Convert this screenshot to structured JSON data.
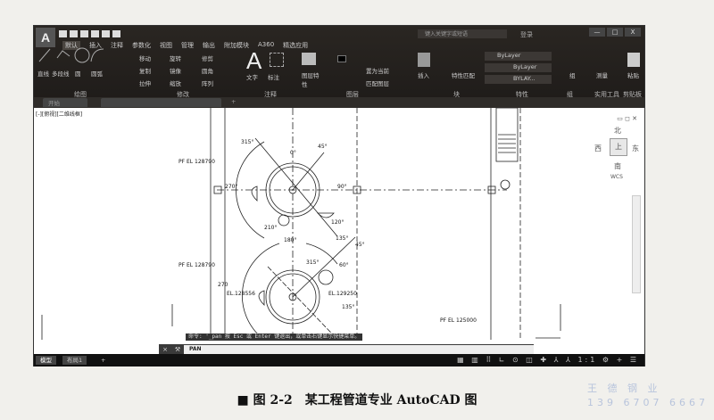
{
  "app": {
    "logo": "A",
    "title": "键入关键字或短语",
    "search_placeholder": "登录",
    "window_buttons": [
      "—",
      "□",
      "X"
    ]
  },
  "ribbon": {
    "tabs": [
      "默认",
      "插入",
      "注释",
      "参数化",
      "视图",
      "管理",
      "输出",
      "附加模块",
      "A360",
      "精选应用"
    ],
    "groups": [
      {
        "name": "绘图",
        "items": [
          "直线",
          "多段线",
          "圆",
          "圆弧"
        ]
      },
      {
        "name": "修改",
        "items": [
          "移动",
          "旋转",
          "修剪",
          "复制",
          "镜像",
          "圆角",
          "拉伸",
          "缩放",
          "阵列"
        ]
      },
      {
        "name": "注释",
        "items": [
          "文字",
          "标注"
        ]
      },
      {
        "name": "图层",
        "items": [
          "图层特性",
          "置为当前",
          "匹配图层"
        ]
      },
      {
        "name": "块",
        "items": [
          "插入"
        ]
      },
      {
        "name": "特性",
        "items": [
          "特性匹配",
          "ByLayer",
          "ByLayer",
          "BYLAY..."
        ]
      },
      {
        "name": "组",
        "items": [
          "组"
        ]
      },
      {
        "name": "实用工具",
        "items": [
          "测量"
        ]
      },
      {
        "name": "剪贴板",
        "items": [
          "粘贴"
        ]
      }
    ]
  },
  "file_tabs": [
    "开始",
    "",
    "+"
  ],
  "viewport_label": "[-][俯视][二维线框]",
  "drawing": {
    "labels": {
      "pf1": "PF EL 128790",
      "pf2": "PF EL 128790",
      "pf3": "PF EL 125000",
      "el_left": "EL.128556",
      "el_right": "EL.129250",
      "a0": "0°",
      "a45": "45°",
      "a90": "90°",
      "a120": "120°",
      "a135": "135°",
      "a180": "180°",
      "a210": "210°",
      "a270": "270°",
      "a315": "315°",
      "b45": "45°",
      "b60": "60°",
      "b270": "270",
      "b135": "135°",
      "b315": "315°"
    }
  },
  "navcube": {
    "north": "北",
    "south": "南",
    "east": "东",
    "west": "西",
    "top": "上",
    "wcs": "WCS"
  },
  "command": {
    "history": "命令: '_pan",
    "hint": "按 Esc 或 Enter 键退出，或单击右键显示快捷菜单。",
    "input": "PAN",
    "close": "×",
    "tool": "⚒"
  },
  "status": {
    "tabs": [
      "模型",
      "布局1",
      "+"
    ],
    "scale": "1:1"
  },
  "caption": "■ 图 2-2　某工程管道专业 AutoCAD 图",
  "watermark": {
    "line1": "王 德 钢 业",
    "line2": "139 6707 6667"
  }
}
